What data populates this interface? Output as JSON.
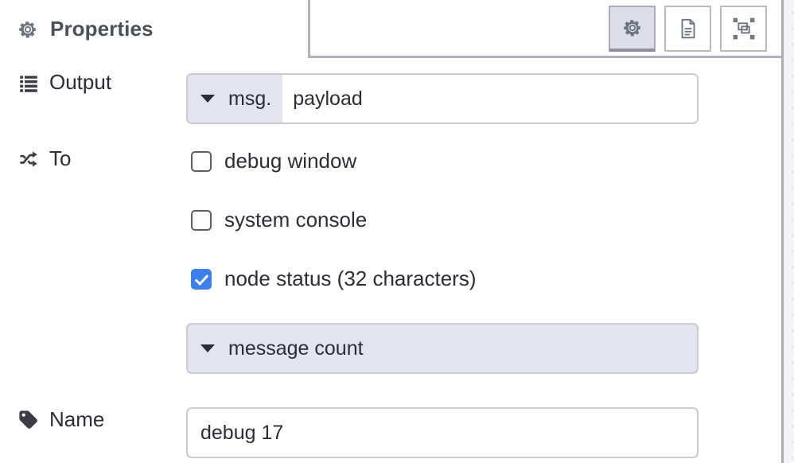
{
  "panel": {
    "tab": {
      "label": "Properties",
      "icon": "gear-icon"
    },
    "toolbar": [
      {
        "name": "properties-tab-button",
        "icon": "gear-icon",
        "active": true
      },
      {
        "name": "description-tab-button",
        "icon": "document-icon",
        "active": false
      },
      {
        "name": "appearance-tab-button",
        "icon": "appearance-icon",
        "active": false
      }
    ]
  },
  "form": {
    "output": {
      "label": "Output",
      "icon": "list-icon",
      "prefix": "msg.",
      "value": "payload",
      "placeholder": ""
    },
    "to": {
      "label": "To",
      "icon": "shuffle-icon",
      "options": [
        {
          "label": "debug window",
          "checked": false
        },
        {
          "label": "system console",
          "checked": false
        },
        {
          "label": "node status (32 characters)",
          "checked": true
        }
      ],
      "status_type": {
        "value": "message count",
        "icon": "chevron-down-icon"
      }
    },
    "name": {
      "label": "Name",
      "icon": "tag-icon",
      "value": "debug 17",
      "placeholder": "Name"
    }
  },
  "colors": {
    "accent_checked": "#3b7ff0",
    "prefix_bg": "#e4e4f0",
    "border": "#c8cad4",
    "text": "#2b2d35",
    "tab_text": "#4a5059"
  }
}
